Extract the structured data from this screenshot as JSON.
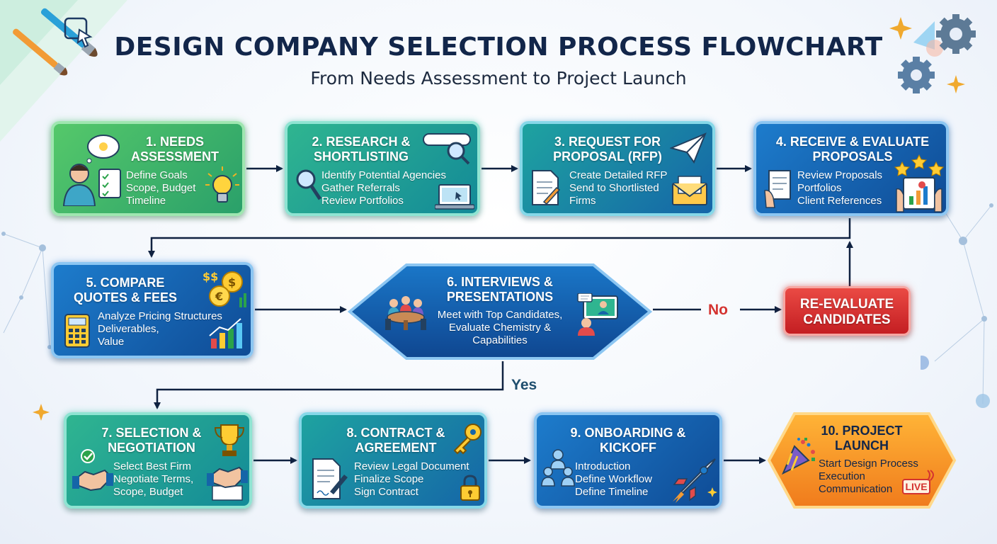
{
  "title": "DESIGN COMPANY SELECTION PROCESS FLOWCHART",
  "subtitle": "From Needs Assessment to Project Launch",
  "steps": [
    {
      "title": "1. NEEDS ASSESSMENT",
      "lines": [
        "Define Goals",
        "Scope, Budget",
        "Timeline"
      ]
    },
    {
      "title": "2. RESEARCH & SHORTLISTING",
      "lines": [
        "Identify Potential Agencies",
        "Gather Referrals",
        "Review Portfolios"
      ]
    },
    {
      "title": "3. REQUEST FOR PROPOSAL (RFP)",
      "lines": [
        "Create Detailed RFP",
        "Send to Shortlisted",
        "Firms"
      ]
    },
    {
      "title": "4. RECEIVE & EVALUATE PROPOSALS",
      "lines": [
        "Review Proposals",
        "Portfolios",
        "Client References"
      ]
    },
    {
      "title": "5. COMPARE QUOTES & FEES",
      "lines": [
        "Analyze Pricing Structures",
        "Deliverables,",
        "Value"
      ]
    },
    {
      "title": "6. INTERVIEWS & PRESENTATIONS",
      "lines": [
        "Meet with Top Candidates,",
        "Evaluate Chemistry &",
        "Capabilities"
      ]
    },
    {
      "title": "7. SELECTION & NEGOTIATION",
      "lines": [
        "Select Best Firm",
        "Negotiate Terms,",
        "Scope, Budget"
      ]
    },
    {
      "title": "8. CONTRACT & AGREEMENT",
      "lines": [
        "Review Legal Document",
        "Finalize Scope",
        "Sign Contract"
      ]
    },
    {
      "title": "9. ONBOARDING & KICKOFF",
      "lines": [
        "Introduction",
        "Define Workflow",
        "Define Timeline"
      ]
    },
    {
      "title": "10. PROJECT LAUNCH",
      "lines": [
        "Start Design Process",
        "Execution",
        "Communication"
      ]
    }
  ],
  "reevaluate": {
    "title": "RE-EVALUATE CANDIDATES"
  },
  "decision_labels": {
    "no": "No",
    "yes": "Yes"
  },
  "badges": {
    "live": "LIVE"
  },
  "colors": {
    "navy": "#12264a",
    "no_label": "#d43330",
    "yes_label": "#1f4e6e",
    "launch_orange": "#f7a22c"
  }
}
